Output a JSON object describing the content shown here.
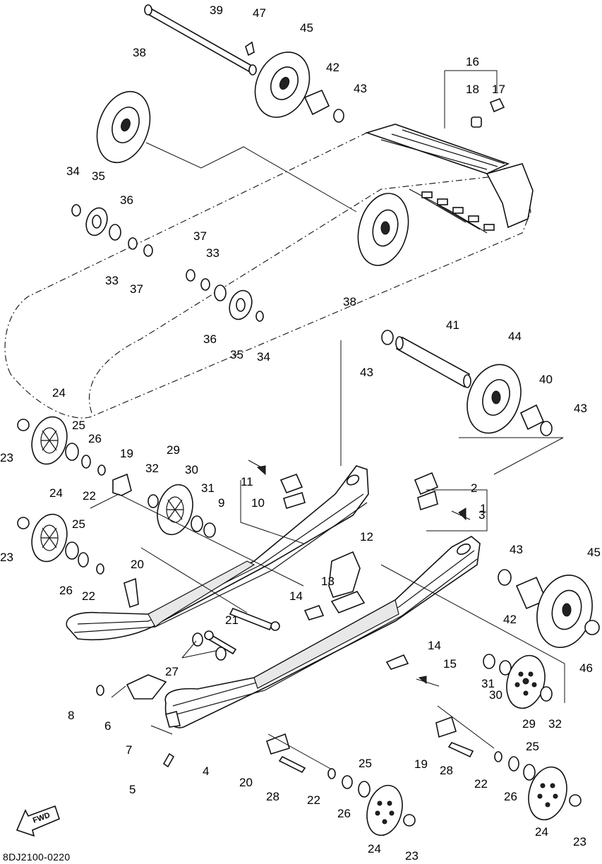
{
  "diagram": {
    "drawing_code": "8DJ2100-0220",
    "direction_label": "FWD",
    "callouts": [
      "1",
      "2",
      "3",
      "4",
      "5",
      "6",
      "7",
      "8",
      "9",
      "10",
      "11",
      "12",
      "13",
      "14",
      "14",
      "15",
      "16",
      "17",
      "18",
      "19",
      "19",
      "20",
      "20",
      "21",
      "22",
      "22",
      "22",
      "22",
      "23",
      "23",
      "23",
      "23",
      "24",
      "24",
      "24",
      "24",
      "25",
      "25",
      "25",
      "25",
      "26",
      "26",
      "26",
      "26",
      "27",
      "28",
      "28",
      "29",
      "29",
      "30",
      "30",
      "31",
      "31",
      "32",
      "32",
      "33",
      "33",
      "34",
      "34",
      "35",
      "35",
      "36",
      "36",
      "37",
      "37",
      "38",
      "38",
      "39",
      "40",
      "41",
      "42",
      "42",
      "43",
      "43",
      "43",
      "43",
      "44",
      "45",
      "45",
      "46",
      "47"
    ]
  }
}
